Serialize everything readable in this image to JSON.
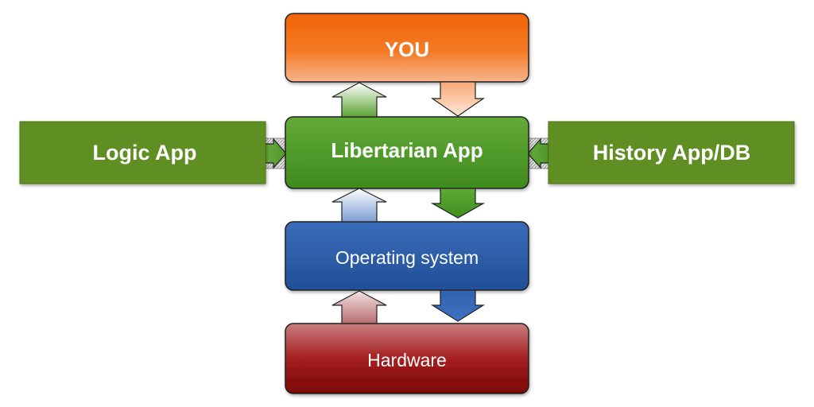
{
  "nodes": {
    "you": {
      "label": "YOU",
      "color": "#f06a10"
    },
    "libertarian_app": {
      "label": "Libertarian App",
      "color": "#4d9a2a"
    },
    "logic_app": {
      "label": "Logic App",
      "color": "#5f8f22"
    },
    "history_app": {
      "label": "History App/DB",
      "color": "#5f8f22"
    },
    "operating_system": {
      "label": "Operating system",
      "color": "#2f5ea8"
    },
    "hardware": {
      "label": "Hardware",
      "color": "#8e1010"
    }
  }
}
